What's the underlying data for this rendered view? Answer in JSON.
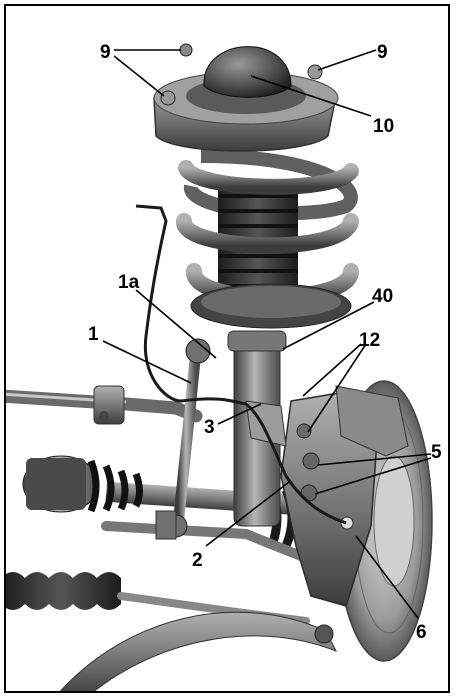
{
  "callouts": {
    "c9_left": "9",
    "c9_right": "9",
    "c10": "10",
    "c1a": "1a",
    "c40": "40",
    "c1": "1",
    "c12": "12",
    "c3": "3",
    "c5": "5",
    "c2": "2",
    "c6": "6"
  },
  "colors": {
    "metal_dark": "#3a3a3a",
    "metal_mid": "#7b7b7b",
    "metal_light": "#bdbdbd",
    "spring": "#9a9a9a",
    "boot": "#2a2a2a"
  }
}
